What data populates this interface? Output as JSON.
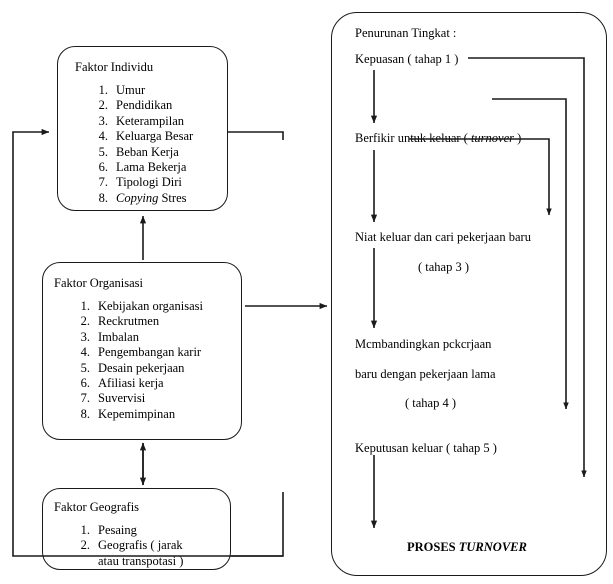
{
  "diagram": {
    "title": "PROSES TURNOVER",
    "left_boxes": [
      {
        "name": "faktor-individu",
        "title": "Faktor Individu",
        "items": [
          {
            "num": "1.",
            "text": "Umur",
            "italic_prefix": ""
          },
          {
            "num": "2.",
            "text": "Pendidikan",
            "italic_prefix": ""
          },
          {
            "num": "3.",
            "text": "Keterampilan",
            "italic_prefix": ""
          },
          {
            "num": "4.",
            "text": "Keluarga Besar",
            "italic_prefix": ""
          },
          {
            "num": "5.",
            "text": "Beban Kerja",
            "italic_prefix": ""
          },
          {
            "num": "6.",
            "text": "Lama Bekerja",
            "italic_prefix": ""
          },
          {
            "num": "7.",
            "text": "Tipologi Diri",
            "italic_prefix": ""
          },
          {
            "num": "8.",
            "text": "Stres",
            "italic_prefix": "Copying"
          }
        ]
      },
      {
        "name": "faktor-organisasi",
        "title": "Faktor Organisasi",
        "items": [
          {
            "num": "1.",
            "text": "Kebijakan organisasi",
            "italic_prefix": ""
          },
          {
            "num": "2.",
            "text": "Reckrutmen",
            "italic_prefix": ""
          },
          {
            "num": "3.",
            "text": "Imbalan",
            "italic_prefix": ""
          },
          {
            "num": "4.",
            "text": "Pengembangan karir",
            "italic_prefix": ""
          },
          {
            "num": "5.",
            "text": "Desain pekerjaan",
            "italic_prefix": ""
          },
          {
            "num": "6.",
            "text": "Afiliasi kerja",
            "italic_prefix": ""
          },
          {
            "num": "7.",
            "text": "Suvervisi",
            "italic_prefix": ""
          },
          {
            "num": "8.",
            "text": "Kepemimpinan",
            "italic_prefix": ""
          }
        ]
      },
      {
        "name": "faktor-geografis",
        "title": "Faktor Geografis",
        "items": [
          {
            "num": "1.",
            "text": "Pesaing",
            "italic_prefix": ""
          },
          {
            "num": "2.",
            "text": "Geografis ( jarak",
            "italic_prefix": ""
          },
          {
            "num": "",
            "text": "atau transpotasi )",
            "italic_prefix": ""
          }
        ]
      }
    ],
    "panel": {
      "heading": "Penurunan Tingkat :",
      "stage1": "Kepuasan ( tahap 1 )",
      "stage2_pre": "Berfikir untuk keluar (",
      "stage2_italic": "turnover",
      "stage2_post": ")",
      "stage3_line1": "Niat keluar dan cari pekerjaan baru",
      "stage3_line2": "( tahap 3 )",
      "stage4_line1": "Mcmbandingkan pckcrjaan",
      "stage4_line2": "baru dengan pekerjaan lama",
      "stage4_line3": "( tahap 4 )",
      "stage5": "Keputusan keluar ( tahap 5 )",
      "footer_bold": "PROSES",
      "footer_bold_italic": "TURNOVER"
    },
    "colors": {
      "stroke": "#1a1a1a",
      "background": "#ffffff",
      "text": "#000000"
    }
  }
}
